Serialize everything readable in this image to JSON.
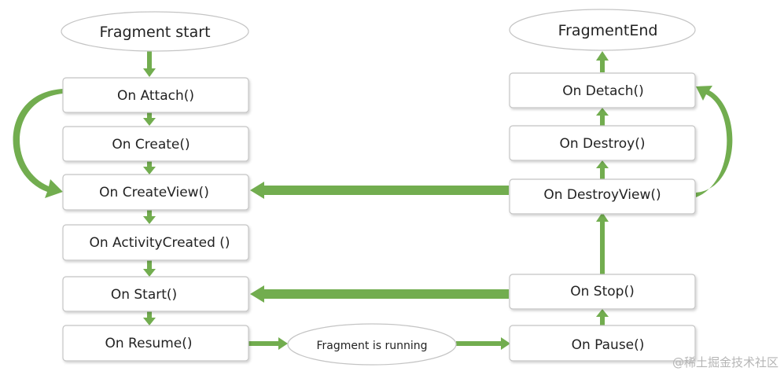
{
  "colors": {
    "arrow": "#72ad4f",
    "box_border": "#c4c4c4",
    "box_fill": "#ffffff",
    "text": "#222222",
    "watermark": "#b5b5b5"
  },
  "nodes": {
    "fragment_start": "Fragment start",
    "on_attach": "On Attach()",
    "on_create": "On Create()",
    "on_create_view": "On CreateView()",
    "on_activity_created": "On ActivityCreated ()",
    "on_start": "On Start()",
    "on_resume": "On Resume()",
    "fragment_running": "Fragment is running",
    "on_pause": "On Pause()",
    "on_stop": "On Stop()",
    "on_destroy_view": "On DestroyView()",
    "on_destroy": "On Destroy()",
    "on_detach": "On Detach()",
    "fragment_end": "FragmentEnd"
  },
  "watermark": "@稀土掘金技术社区"
}
